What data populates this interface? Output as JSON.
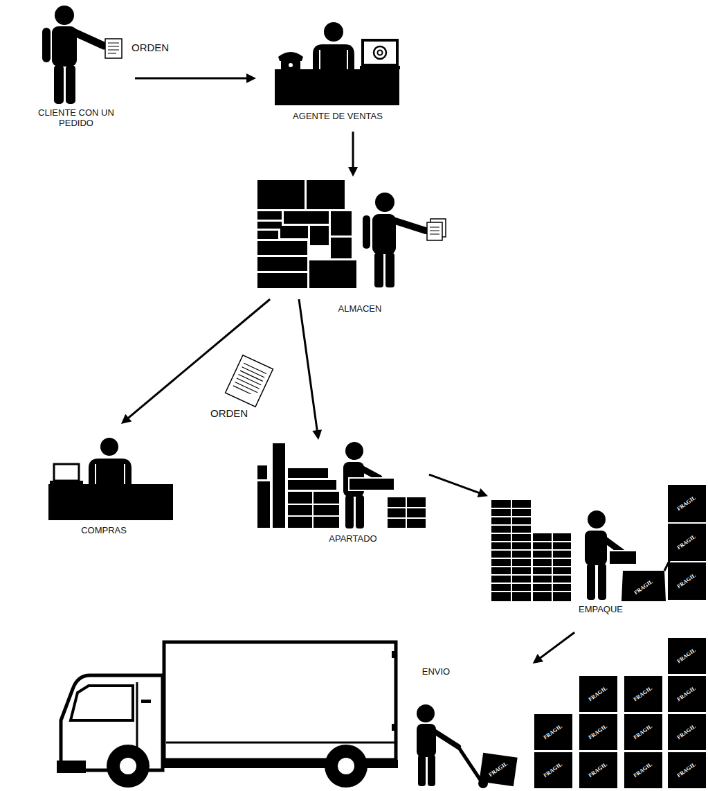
{
  "diagram": {
    "nodes": [
      {
        "text": [
          "CLIENTE CON UN PEDIDO"
        ]
      },
      {
        "text": [
          "AGENTE DE VENTAS"
        ]
      },
      {
        "text": [
          "ALMACEN"
        ]
      },
      {
        "text": [
          "COMPRAS"
        ]
      },
      {
        "text": [
          "APARTADO"
        ]
      },
      {
        "text": [
          "EMPAQUE"
        ]
      },
      {
        "text": [
          "ENVIO"
        ]
      }
    ],
    "edges": [
      {
        "from": 0,
        "to": 1,
        "arrow": "to",
        "label": "ORDEN"
      },
      {
        "from": 1,
        "to": 2,
        "arrow": "to"
      },
      {
        "from": 2,
        "to": 3,
        "arrow": "to",
        "label": "ORDEN"
      },
      {
        "from": 2,
        "to": 4,
        "arrow": "to"
      },
      {
        "from": 4,
        "to": 5,
        "arrow": "to"
      },
      {
        "from": 5,
        "to": 6,
        "arrow": "to"
      }
    ],
    "labels": [
      "FRAGIL",
      "FRAGIL",
      "FRAGIL",
      "FRAGIL",
      "FRAGIL",
      "FRAGIL",
      "FRAGIL",
      "FRAGIL",
      "FRAGIL",
      "FRAGIL",
      "FRAGIL",
      "FRAGIL",
      "FRAGIL",
      "FRAGIL",
      "FRAGIL",
      "FRAGIL",
      "FRAGIL"
    ]
  }
}
